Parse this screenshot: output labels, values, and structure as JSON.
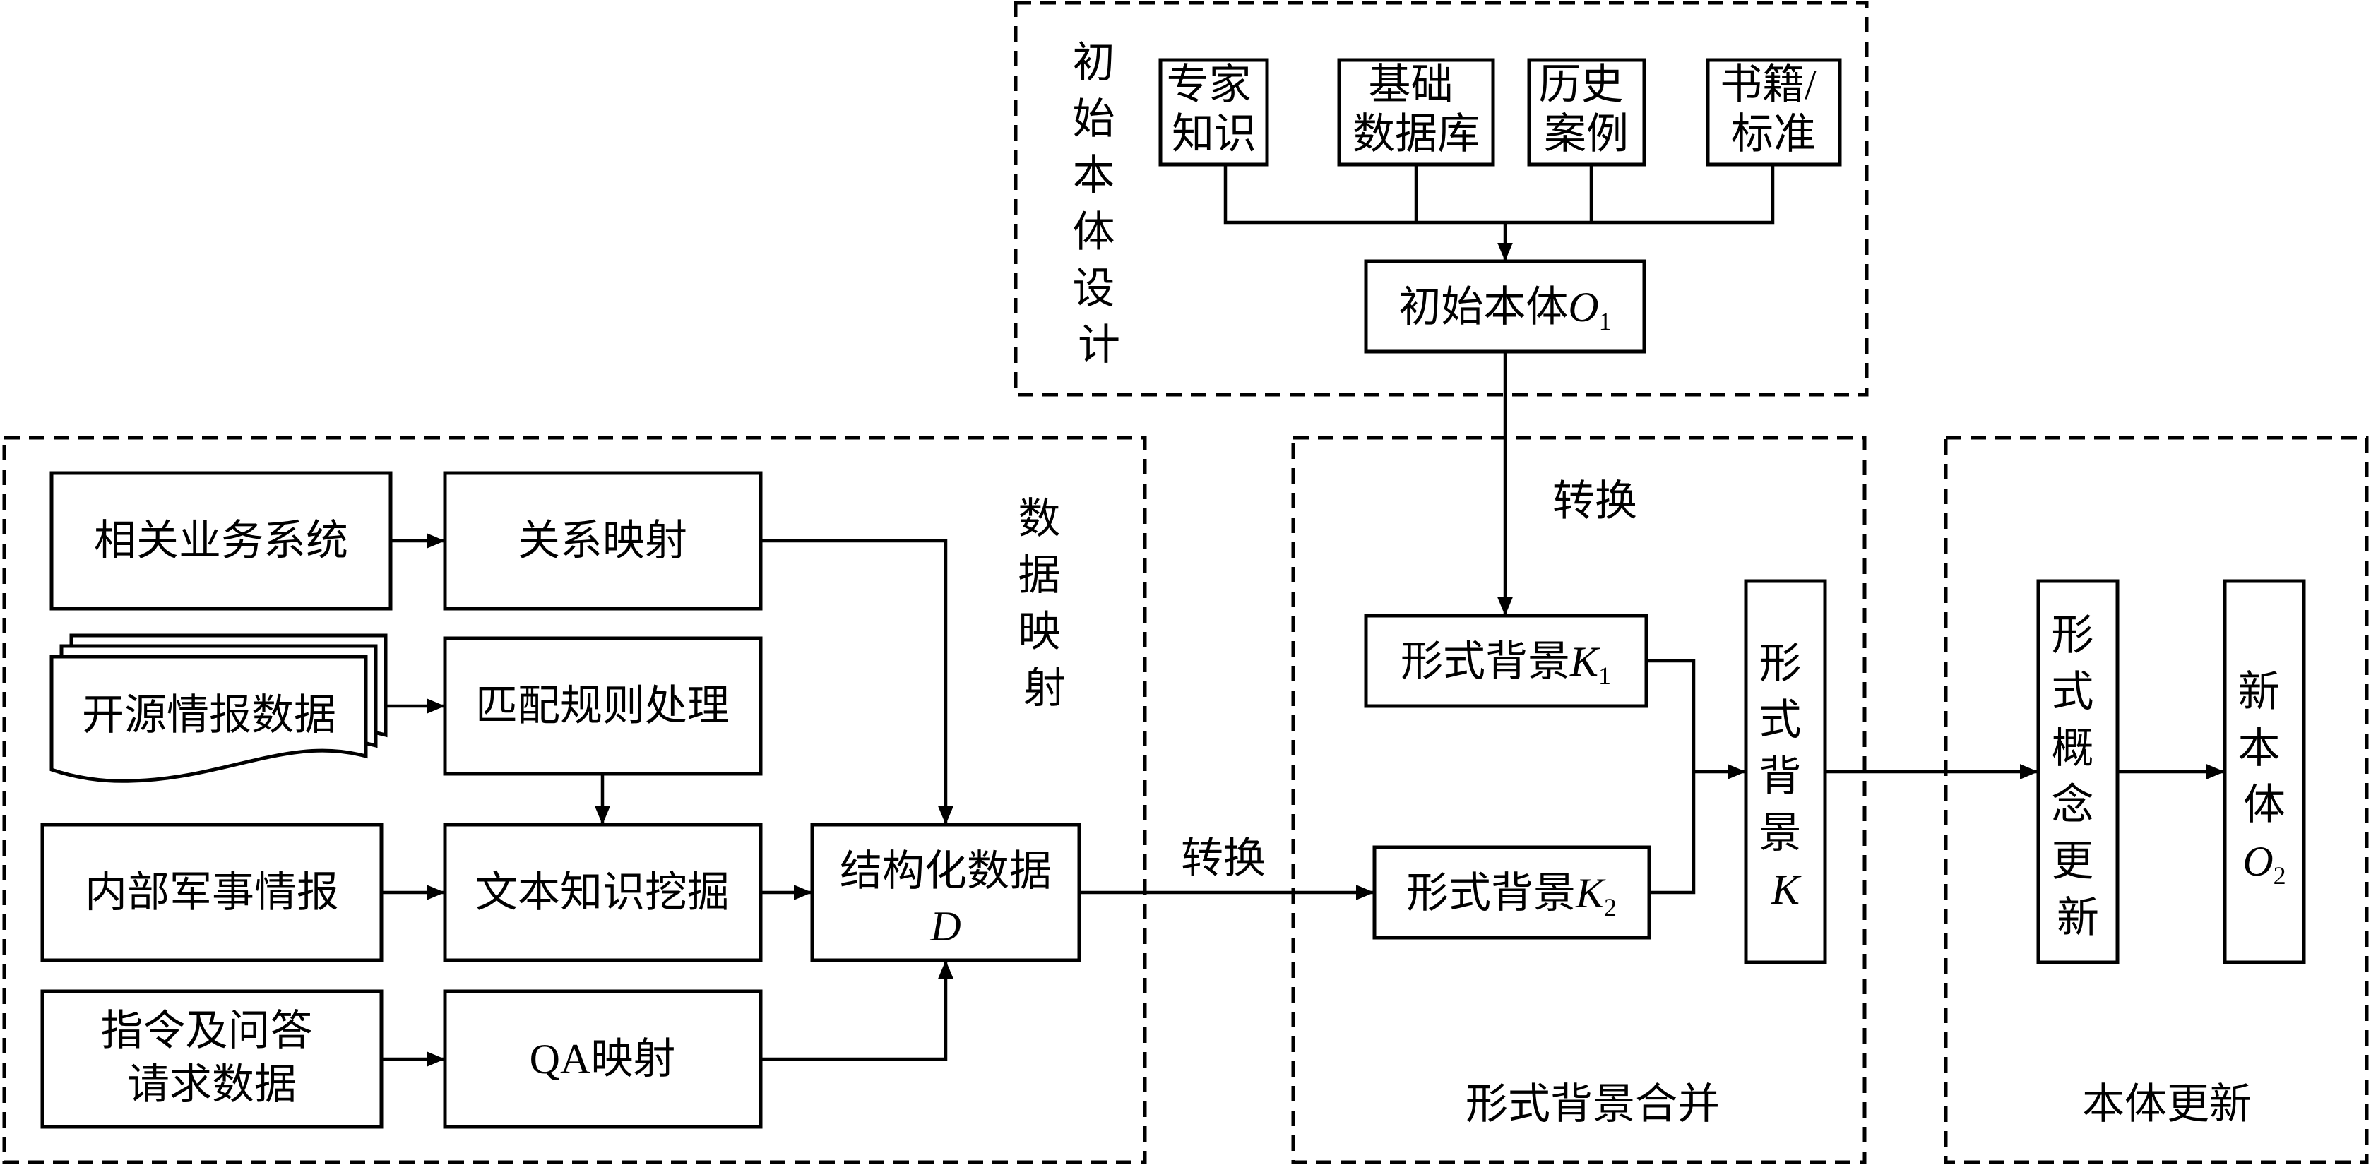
{
  "initial_design": {
    "label": "初始本体设计",
    "sources": [
      [
        "专家",
        "知识"
      ],
      [
        "基础",
        "数据库"
      ],
      [
        "历史",
        "案例"
      ],
      [
        "书籍/",
        "标准"
      ]
    ],
    "ontology_base": "初始本体",
    "ontology_var": "O",
    "ontology_sub": "1"
  },
  "data_mapping": {
    "label": "数据映射",
    "inputs": [
      "相关业务系统",
      "开源情报数据",
      "内部军事情报",
      [
        "指令及问答",
        "请求数据"
      ]
    ],
    "processes": [
      "关系映射",
      "匹配规则处理",
      "文本知识挖掘",
      "QA映射"
    ],
    "structured_base": "结构化数据",
    "structured_var": "D"
  },
  "transform_labels": [
    "转换",
    "转换"
  ],
  "merge": {
    "label": "形式背景合并",
    "k1_base": "形式背景",
    "k1_var": "K",
    "k1_sub": "1",
    "k2_base": "形式背景",
    "k2_var": "K",
    "k2_sub": "2",
    "merged_base": "形式背景",
    "merged_var": "K"
  },
  "update": {
    "label": "本体更新",
    "concept_update": "形式概念更新",
    "new_base": "新本体",
    "new_var": "O",
    "new_sub": "2"
  }
}
